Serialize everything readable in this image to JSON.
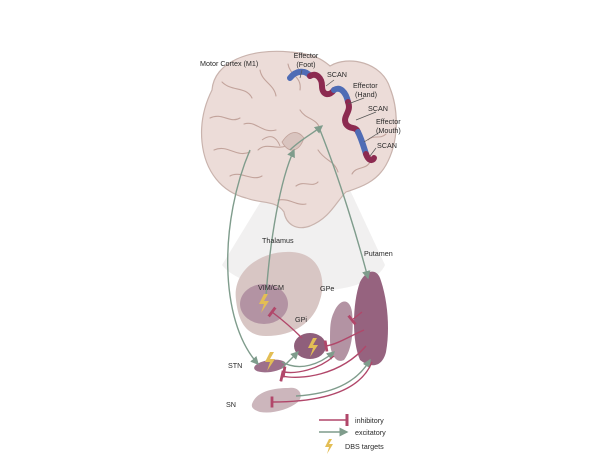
{
  "labels": {
    "motor_cortex": "Motor Cortex (M1)",
    "effector_foot": [
      "Effector",
      "(Foot)"
    ],
    "scan_1": "SCAN",
    "effector_hand": [
      "Effector",
      "(Hand)"
    ],
    "scan_2": "SCAN",
    "effector_mouth": [
      "Effector",
      "(Mouth)"
    ],
    "scan_3": "SCAN",
    "thalamus": "Thalamus",
    "putamen": "Putamen",
    "vim_cm": "VIM/CM",
    "gpe": "GPe",
    "gpi": "GPi",
    "stn": "STN",
    "sn": "SN"
  },
  "legend": {
    "inhibitory": "inhibitory",
    "excitatory": "excitatory",
    "dbs_targets": "DBS targets"
  },
  "colors": {
    "brain_fill": "#ecdcd8",
    "brain_outline": "#c9b3ad",
    "gyri_line": "#c2a39b",
    "effector_blue": "#4f6cb5",
    "scan_maroon": "#8c2a50",
    "nucleus_fill": "#c0a6aa",
    "nucleus_dark": "#96637f",
    "inhibitory": "#b1476a",
    "excitatory": "#7f9c8c",
    "dbs_bolt": "#e3be55",
    "projection_bg": "#ececec"
  }
}
